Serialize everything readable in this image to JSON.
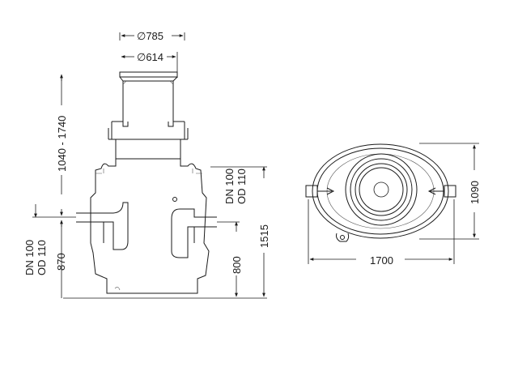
{
  "side_view": {
    "top_outer_diameter": "∅785",
    "top_inner_diameter": "∅614",
    "height_range": "1040 - 1740",
    "inlet_pipe": [
      "DN 100",
      "OD 110"
    ],
    "inlet_height": "870",
    "outlet_pipe": [
      "DN 100",
      "OD 110"
    ],
    "outlet_height": "800",
    "total_height": "1515"
  },
  "top_view": {
    "length": "1700",
    "width": "1090"
  }
}
